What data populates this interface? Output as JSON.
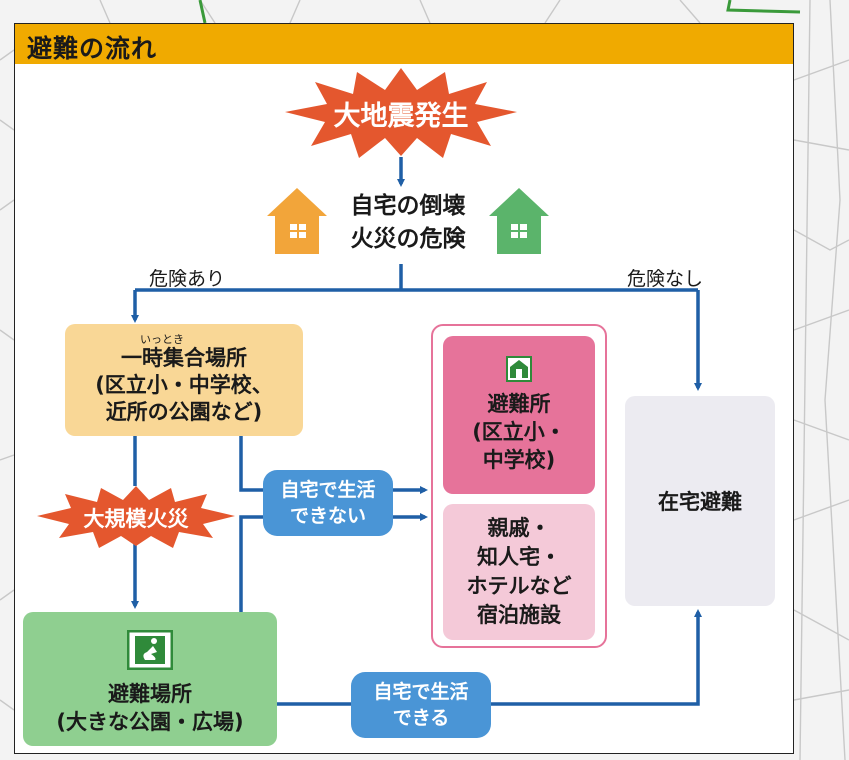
{
  "title": "避難の流れ",
  "earthquake": "大地震発生",
  "home_risk": [
    "自宅の倒壊",
    "火災の危険"
  ],
  "branch_left": "危険あり",
  "branch_right": "危険なし",
  "temporary_site": {
    "ruby": "いっとき",
    "lines": [
      "一時集合場所",
      "(区立小・中学校、",
      "近所の公園など)"
    ]
  },
  "large_fire": "大規模火災",
  "refuge_area": {
    "lines": [
      "避難場所",
      "(大きな公園・広場)"
    ]
  },
  "cannot_live": [
    "自宅で生活",
    "できない"
  ],
  "can_live": [
    "自宅で生活",
    "できる"
  ],
  "shelter": {
    "lines": [
      "避難所",
      "(区立小・",
      "中学校)"
    ]
  },
  "relatives": {
    "lines": [
      "親戚・",
      "知人宅・",
      "ホテルなど",
      "宿泊施設"
    ]
  },
  "home_evacuation": "在宅避難",
  "colors": {
    "title_bar": "#f0aa00",
    "burst": "#e4572e",
    "arrow": "#1f5fa6",
    "temporary_site": "#f9d796",
    "refuge_area": "#8fcf90",
    "shelter": "#e6739a",
    "relatives": "#f4c9d8",
    "home_evacuation": "#ecebf1",
    "bubble": "#4a95d6",
    "house_orange": "#f2a53a",
    "house_green": "#5bb46b"
  }
}
